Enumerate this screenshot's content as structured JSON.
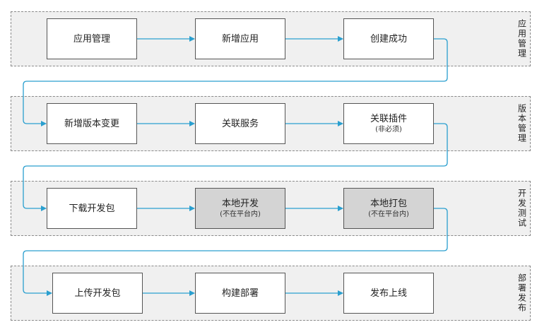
{
  "colors": {
    "connector": "#2a9fcf",
    "band_bg": "#f0f0f0",
    "band_border": "#8a8a8a",
    "node_gray": "#d4d4d4"
  },
  "bands": [
    {
      "label": "应用管理"
    },
    {
      "label": "版本管理"
    },
    {
      "label": "开发测试"
    },
    {
      "label": "部署发布"
    }
  ],
  "nodes": {
    "app_manage": {
      "title": "应用管理"
    },
    "add_app": {
      "title": "新增应用"
    },
    "create_success": {
      "title": "创建成功"
    },
    "add_version": {
      "title": "新增版本变更"
    },
    "link_service": {
      "title": "关联服务"
    },
    "link_plugin": {
      "title": "关联插件",
      "sub": "(非必须)"
    },
    "download_pkg": {
      "title": "下载开发包"
    },
    "local_dev": {
      "title": "本地开发",
      "sub": "(不在平台内)"
    },
    "local_pack": {
      "title": "本地打包",
      "sub": "(不在平台内)"
    },
    "upload_pkg": {
      "title": "上传开发包"
    },
    "build_deploy": {
      "title": "构建部署"
    },
    "release": {
      "title": "发布上线"
    }
  }
}
